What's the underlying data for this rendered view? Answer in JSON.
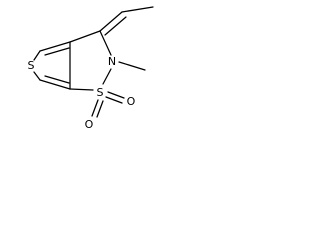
{
  "figure": {
    "type": "structural-formula",
    "line_color": "#000000",
    "background": "#ffffff",
    "atoms": {
      "thiophene_sulfur": "S",
      "ring_nitrogen": "N",
      "sulfonyl_sulfur": "S",
      "oxygen_upper": "O",
      "oxygen_right": "O"
    }
  }
}
